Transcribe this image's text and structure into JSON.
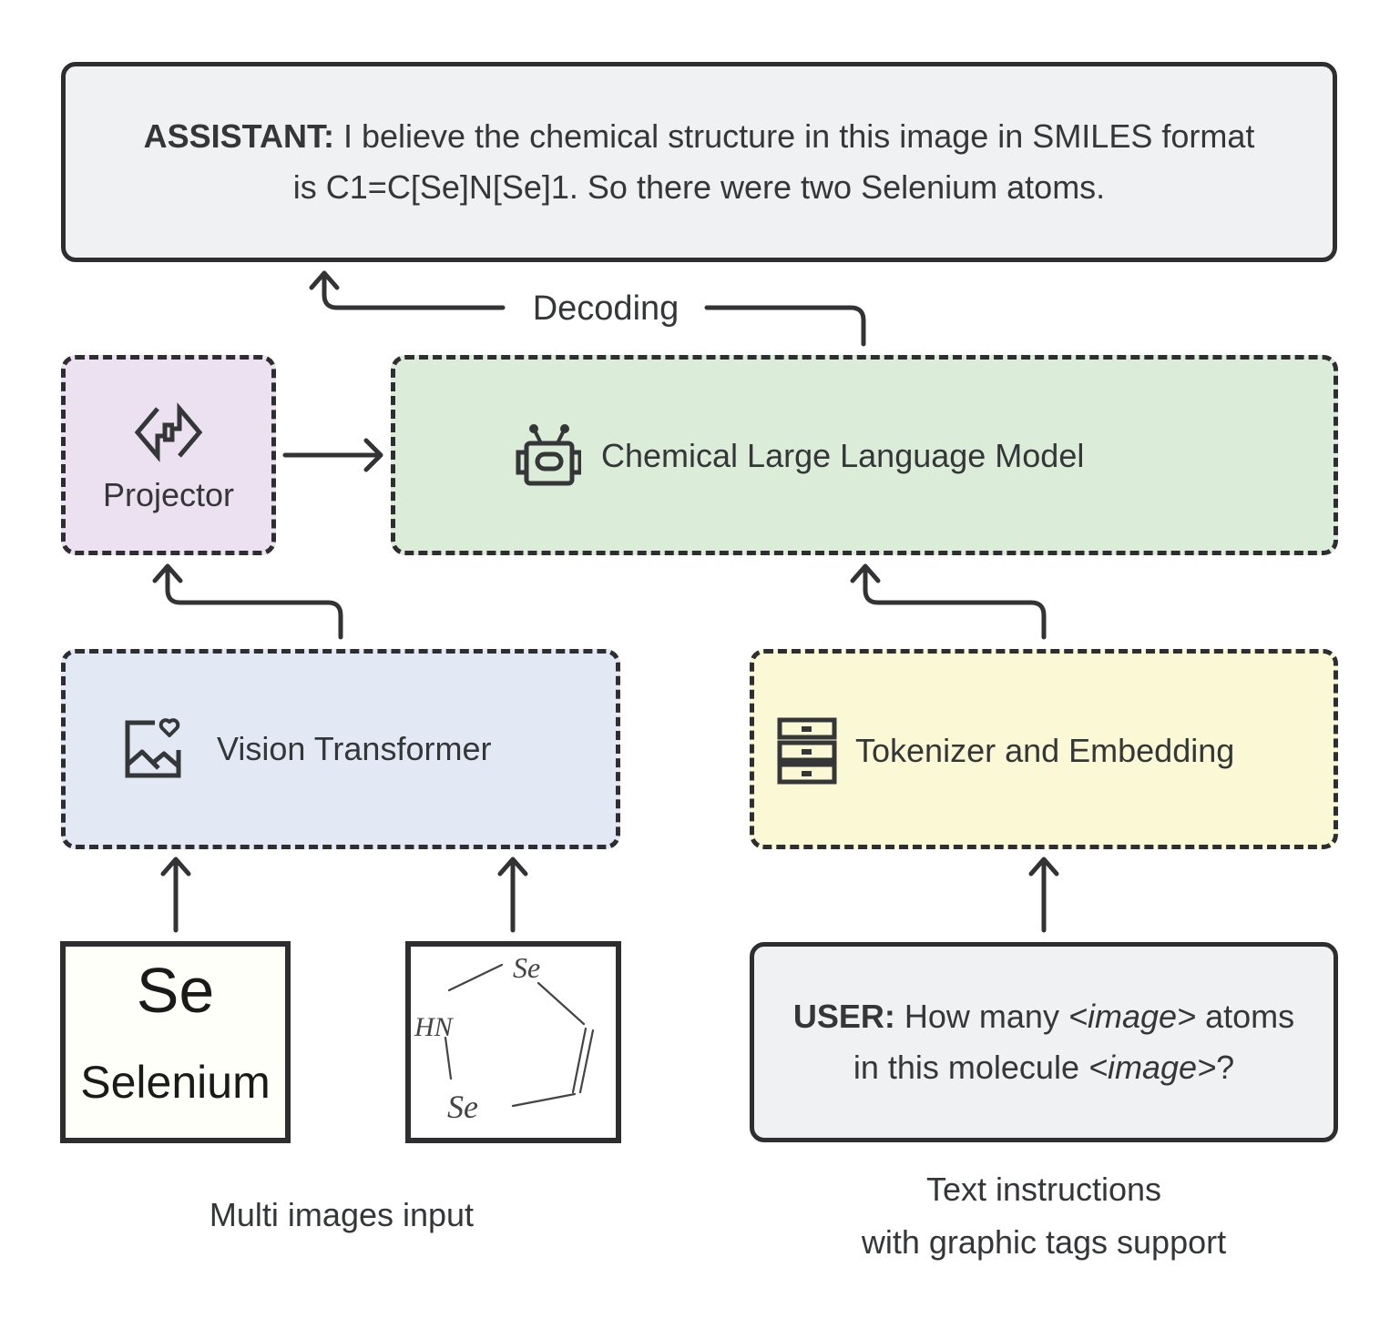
{
  "assistant": {
    "speaker": "ASSISTANT:",
    "line1": "I believe the chemical structure in this image in SMILES format",
    "line2": "is C1=C[Se]N[Se]1. So there were two Selenium atoms."
  },
  "decoding": {
    "label": "Decoding"
  },
  "projector": {
    "label": "Projector",
    "icon": "swap-arrows-icon"
  },
  "llm": {
    "label": "Chemical Large Language Model",
    "icon": "robot-icon"
  },
  "vision_transformer": {
    "label": "Vision Transformer",
    "icon": "image-heart-icon"
  },
  "tokenizer": {
    "label": "Tokenizer and Embedding",
    "icon": "drawers-icon"
  },
  "inputs": {
    "element_image": {
      "symbol": "Se",
      "name": "Selenium"
    },
    "molecule_image": {
      "atoms": [
        "Se",
        "HN",
        "Se"
      ]
    },
    "caption": "Multi images input"
  },
  "user": {
    "speaker": "USER:",
    "part1": "How many",
    "tag1": "<image>",
    "part2": "atoms",
    "part3": "in this molecule",
    "tag2": "<image>",
    "part4": "?"
  },
  "text_caption": {
    "line1": "Text instructions",
    "line2": "with graphic tags support"
  },
  "colors": {
    "projector_fill": "#ebe1f0",
    "llm_fill": "#dbecd8",
    "vit_fill": "#e2e9f4",
    "tokenizer_fill": "#fbf8d5",
    "message_fill": "#f0f1f3",
    "stroke": "#2e2e30"
  }
}
